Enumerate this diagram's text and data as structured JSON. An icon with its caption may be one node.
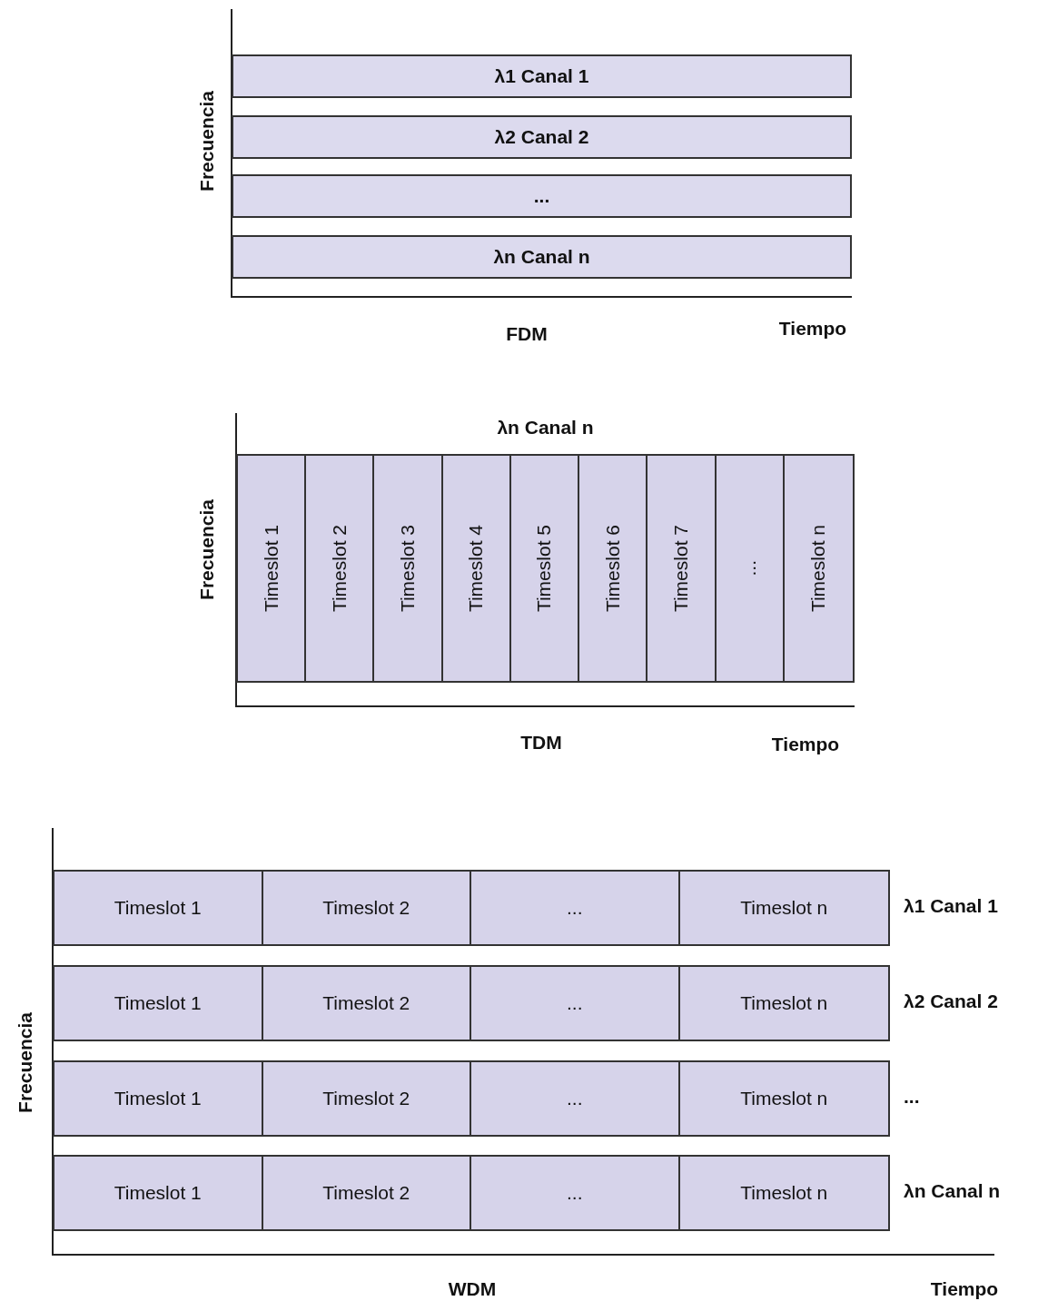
{
  "diagram": {
    "nodes": [
      {
        "text": [
          "λ1 Canal 1"
        ]
      },
      {
        "text": [
          "λ2 Canal 2"
        ]
      },
      {
        "text": [
          "..."
        ]
      },
      {
        "text": [
          "λn Canal n"
        ]
      },
      {
        "text": [
          "λn Canal n"
        ]
      },
      {
        "text": [
          "Timeslot 1"
        ],
        "in": 4
      },
      {
        "text": [
          "Timeslot 2"
        ],
        "in": 4
      },
      {
        "text": [
          "Timeslot 3"
        ],
        "in": 4
      },
      {
        "text": [
          "Timeslot 4"
        ],
        "in": 4
      },
      {
        "text": [
          "Timeslot 5"
        ],
        "in": 4
      },
      {
        "text": [
          "Timeslot 6"
        ],
        "in": 4
      },
      {
        "text": [
          "Timeslot 7"
        ],
        "in": 4
      },
      {
        "text": [
          "..."
        ],
        "in": 4
      },
      {
        "text": [
          "Timeslot n"
        ],
        "in": 4
      },
      {
        "text": [],
        "shape": "bar",
        "beside": [
          "λ1 Canal 1"
        ]
      },
      {
        "text": [
          "Timeslot 1"
        ],
        "in": 14
      },
      {
        "text": [
          "Timeslot 2"
        ],
        "in": 14
      },
      {
        "text": [
          "..."
        ],
        "in": 14
      },
      {
        "text": [
          "Timeslot n"
        ],
        "in": 14
      },
      {
        "text": [],
        "shape": "bar",
        "beside": [
          "λ2 Canal 2"
        ]
      },
      {
        "text": [
          "Timeslot 1"
        ],
        "in": 19
      },
      {
        "text": [
          "Timeslot 2"
        ],
        "in": 19
      },
      {
        "text": [
          "..."
        ],
        "in": 19
      },
      {
        "text": [
          "Timeslot n"
        ],
        "in": 19
      },
      {
        "text": [],
        "shape": "bar",
        "beside": [
          "..."
        ]
      },
      {
        "text": [
          "Timeslot 1"
        ],
        "in": 24
      },
      {
        "text": [
          "Timeslot 2"
        ],
        "in": 24
      },
      {
        "text": [
          "..."
        ],
        "in": 24
      },
      {
        "text": [
          "Timeslot n"
        ],
        "in": 24
      },
      {
        "text": [],
        "shape": "bar",
        "beside": [
          "λn Canal n"
        ]
      },
      {
        "text": [
          "Timeslot 1"
        ],
        "in": 29
      },
      {
        "text": [
          "Timeslot 2"
        ],
        "in": 29
      },
      {
        "text": [
          "..."
        ],
        "in": 29
      },
      {
        "text": [
          "Timeslot n"
        ],
        "in": 29
      }
    ],
    "labels": [
      "Frecuencia",
      "FDM",
      "Tiempo",
      "Frecuencia",
      "TDM",
      "Tiempo",
      "Frecuencia",
      "WDM",
      "Tiempo"
    ]
  }
}
